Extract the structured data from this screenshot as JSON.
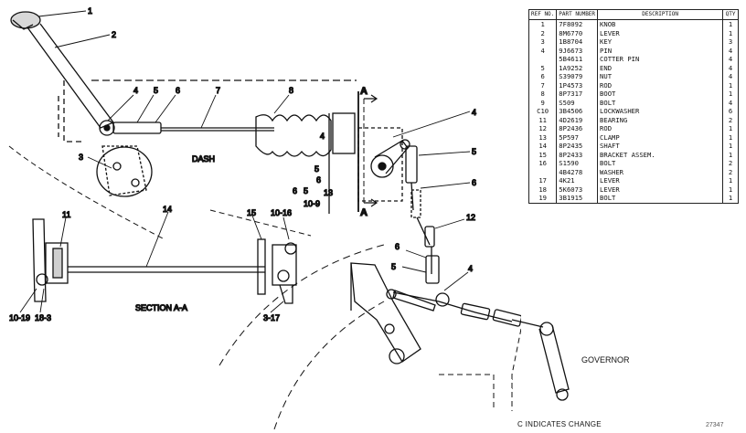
{
  "diagram": {
    "callouts": [
      "1",
      "2",
      "3",
      "4",
      "5",
      "6",
      "7",
      "8",
      "4",
      "5",
      "6",
      "6",
      "5",
      "13",
      "10-9",
      "4",
      "5",
      "6",
      "12",
      "6",
      "5",
      "4",
      "11",
      "14",
      "15",
      "10-16",
      "10-19",
      "18-3",
      "3-17"
    ],
    "labels": {
      "dash": "DASH",
      "section": "SECTION A-A",
      "governor": "GOVERNOR",
      "section_marker_top": "A",
      "section_marker_bottom": "A"
    }
  },
  "parts_table": {
    "headers": {
      "ref": "REF NO.",
      "part": "PART NUMBER",
      "description": "DESCRIPTION",
      "qty": "QTY"
    },
    "rows": [
      {
        "ref": "1",
        "part": "7F8092",
        "desc": "KNOB",
        "qty": "1"
      },
      {
        "ref": "2",
        "part": "8M6770",
        "desc": "LEVER",
        "qty": "1"
      },
      {
        "ref": "3",
        "part": "1B8704",
        "desc": "KEY",
        "qty": "3"
      },
      {
        "ref": "4",
        "part": "9J6673",
        "desc": "PIN",
        "qty": "4"
      },
      {
        "ref": "",
        "part": "5B4611",
        "desc": "COTTER PIN",
        "qty": "4"
      },
      {
        "ref": "5",
        "part": "1A9252",
        "desc": "END",
        "qty": "4"
      },
      {
        "ref": "6",
        "part": "S39079",
        "desc": "NUT",
        "qty": "4"
      },
      {
        "ref": "7",
        "part": "1P4573",
        "desc": "ROD",
        "qty": "1"
      },
      {
        "ref": "8",
        "part": "8P7317",
        "desc": "BOOT",
        "qty": "1"
      },
      {
        "ref": "9",
        "part": "S509",
        "desc": "BOLT",
        "qty": "4"
      },
      {
        "ref": "C10",
        "part": "3B4506",
        "desc": "LOCKWASHER",
        "qty": "6"
      },
      {
        "ref": "11",
        "part": "4D2619",
        "desc": "BEARING",
        "qty": "2"
      },
      {
        "ref": "12",
        "part": "8P2436",
        "desc": "ROD",
        "qty": "1"
      },
      {
        "ref": "13",
        "part": "5P597",
        "desc": "CLAMP",
        "qty": "1"
      },
      {
        "ref": "14",
        "part": "8P2435",
        "desc": "SHAFT",
        "qty": "1"
      },
      {
        "ref": "15",
        "part": "8P2433",
        "desc": "BRACKET ASSEM.",
        "qty": "1"
      },
      {
        "ref": "16",
        "part": "S1590",
        "desc": "BOLT",
        "qty": "2"
      },
      {
        "ref": "",
        "part": "4B4278",
        "desc": "WASHER",
        "qty": "2"
      },
      {
        "ref": "17",
        "part": "4K21",
        "desc": "LEVER",
        "qty": "1"
      },
      {
        "ref": "18",
        "part": "5K6073",
        "desc": "LEVER",
        "qty": "1"
      },
      {
        "ref": "19",
        "part": "3B1915",
        "desc": "BOLT",
        "qty": "1"
      }
    ]
  },
  "change_note": "C INDICATES CHANGE",
  "figure_number": "27347"
}
